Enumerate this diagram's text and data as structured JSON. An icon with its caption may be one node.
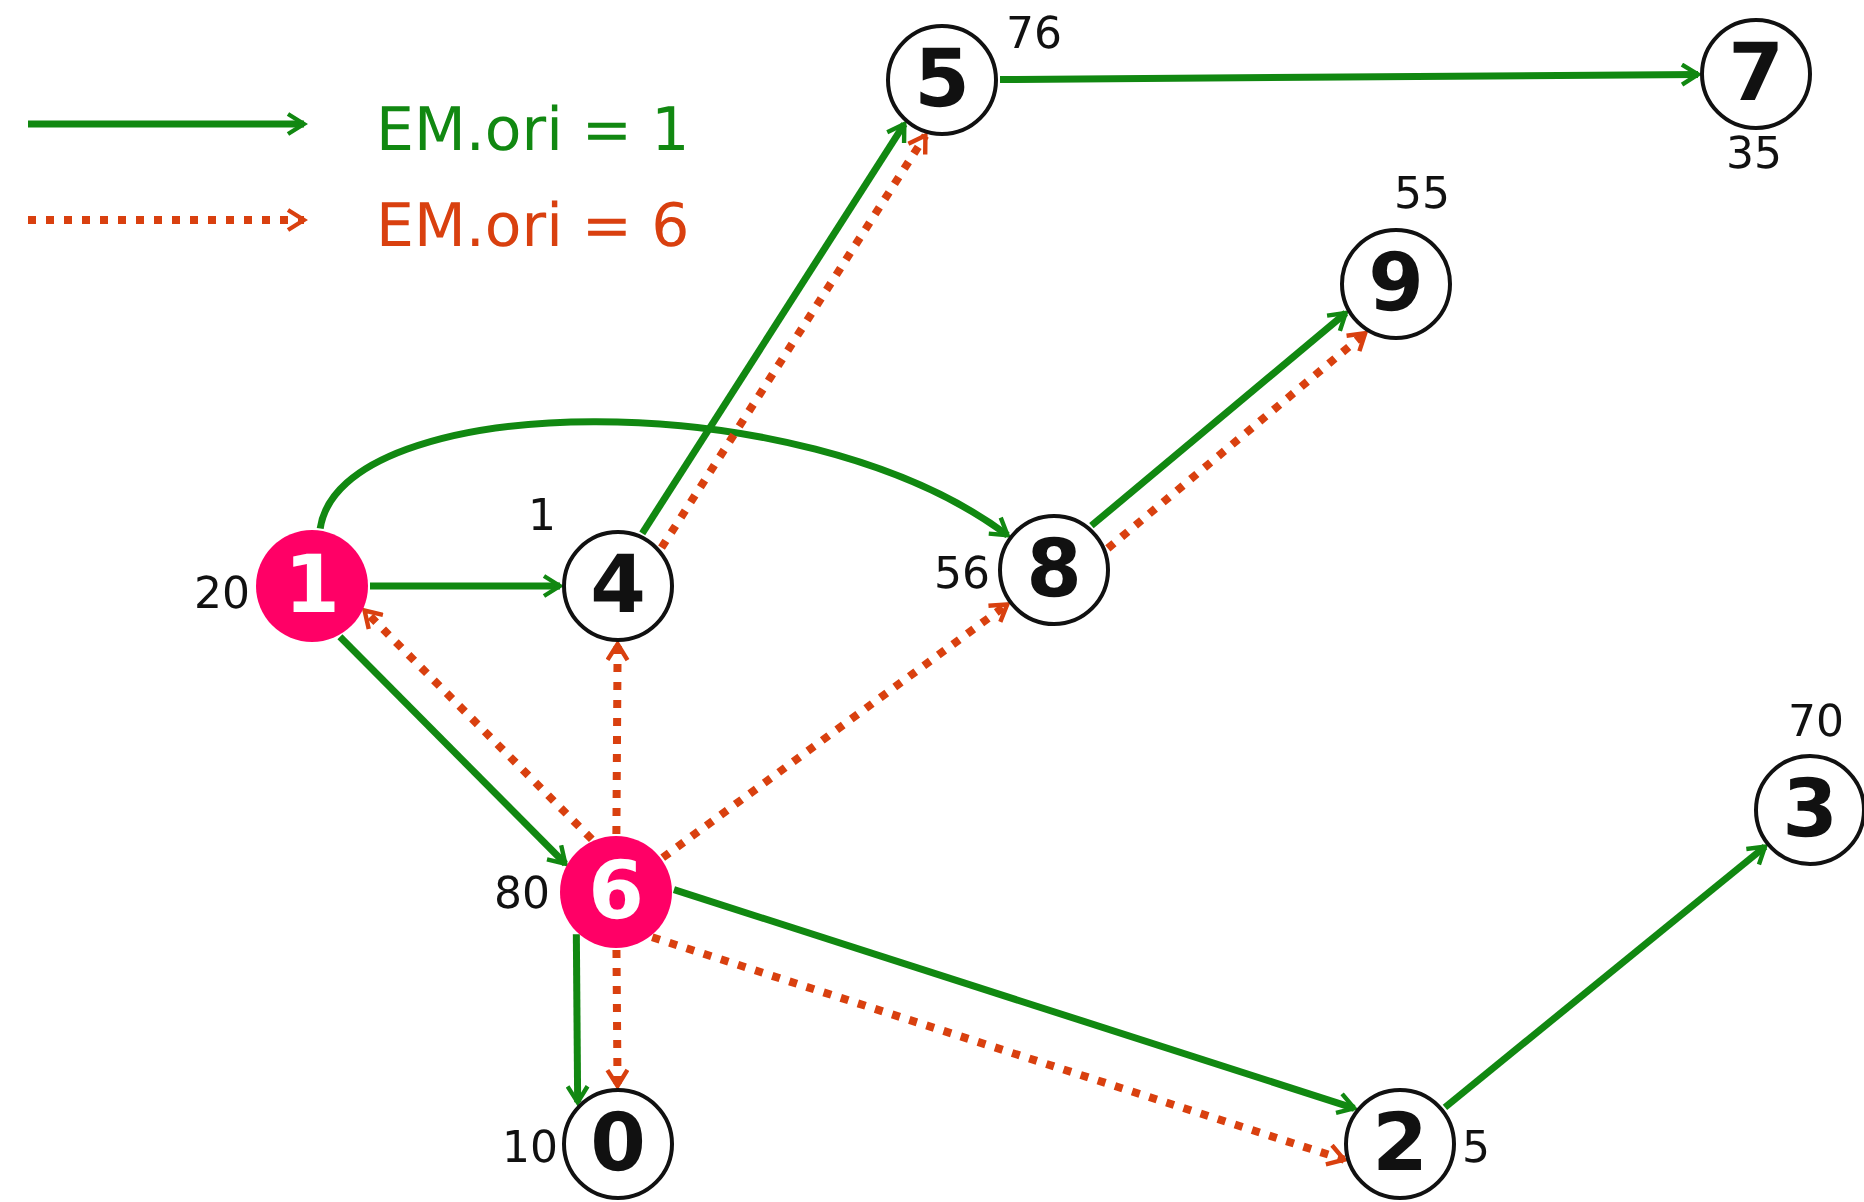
{
  "diagram": {
    "nodes": [
      {
        "text": [
          "5"
        ],
        "beside": [
          "76"
        ]
      },
      {
        "text": [
          "7"
        ],
        "beside": [
          "35"
        ]
      },
      {
        "text": [
          "9"
        ],
        "beside": [
          "55"
        ]
      },
      {
        "text": [
          "1"
        ],
        "beside": [
          "20"
        ]
      },
      {
        "text": [
          "4"
        ],
        "beside": [
          "1"
        ]
      },
      {
        "text": [
          "8"
        ],
        "beside": [
          "56"
        ]
      },
      {
        "text": [
          "3"
        ],
        "beside": [
          "70"
        ]
      },
      {
        "text": [
          "6"
        ],
        "beside": [
          "80"
        ]
      },
      {
        "text": [
          "0"
        ],
        "beside": [
          "10"
        ]
      },
      {
        "text": [
          "2"
        ],
        "beside": [
          "5"
        ]
      }
    ],
    "edges": [
      {
        "from": 3,
        "to": 4,
        "arrow": "to"
      },
      {
        "from": 3,
        "to": 5,
        "arrow": "to"
      },
      {
        "from": 3,
        "to": 7,
        "arrow": "to"
      },
      {
        "from": 4,
        "to": 0,
        "arrow": "to"
      },
      {
        "from": 0,
        "to": 1,
        "arrow": "to"
      },
      {
        "from": 5,
        "to": 2,
        "arrow": "to"
      },
      {
        "from": 7,
        "to": 8,
        "arrow": "to"
      },
      {
        "from": 7,
        "to": 9,
        "arrow": "to"
      },
      {
        "from": 9,
        "to": 6,
        "arrow": "to"
      },
      {
        "from": 7,
        "to": 3,
        "arrow": "to",
        "style": "dashed",
        "color": "#d9400f"
      },
      {
        "from": 7,
        "to": 4,
        "arrow": "to",
        "style": "dashed",
        "color": "#d9400f"
      },
      {
        "from": 7,
        "to": 5,
        "arrow": "to",
        "style": "dashed",
        "color": "#d9400f"
      },
      {
        "from": 4,
        "to": 0,
        "arrow": "to",
        "style": "dashed",
        "color": "#d9400f"
      },
      {
        "from": 5,
        "to": 2,
        "arrow": "to",
        "style": "dashed",
        "color": "#d9400f"
      },
      {
        "from": 7,
        "to": 8,
        "arrow": "to",
        "style": "dashed",
        "color": "#d9400f"
      },
      {
        "from": 7,
        "to": 9,
        "arrow": "to",
        "style": "dashed",
        "color": "#d9400f"
      }
    ],
    "legend": [
      {
        "text": "EM.ori = 1"
      },
      {
        "text": "EM.ori = 6"
      }
    ]
  }
}
